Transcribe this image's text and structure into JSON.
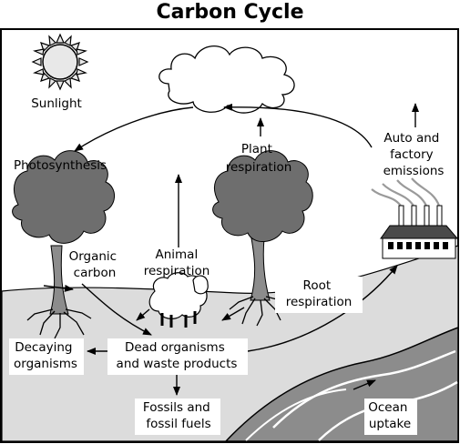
{
  "title": "Carbon Cycle",
  "labels": {
    "sunlight": "Sunlight",
    "photosynthesis": "Photosynthesis",
    "plant_respiration": [
      "Plant",
      "respiration"
    ],
    "auto_factory": [
      "Auto and",
      "factory",
      "emissions"
    ],
    "organic_carbon": [
      "Organic",
      "carbon"
    ],
    "animal_respiration": [
      "Animal",
      "respiration"
    ],
    "root_respiration": [
      "Root",
      "respiration"
    ],
    "decaying_organisms": [
      "Decaying",
      "organisms"
    ],
    "dead_organisms": [
      "Dead organisms",
      "and waste products"
    ],
    "fossils": [
      "Fossils and",
      "fossil fuels"
    ],
    "ocean_uptake": [
      "Ocean",
      "uptake"
    ]
  }
}
